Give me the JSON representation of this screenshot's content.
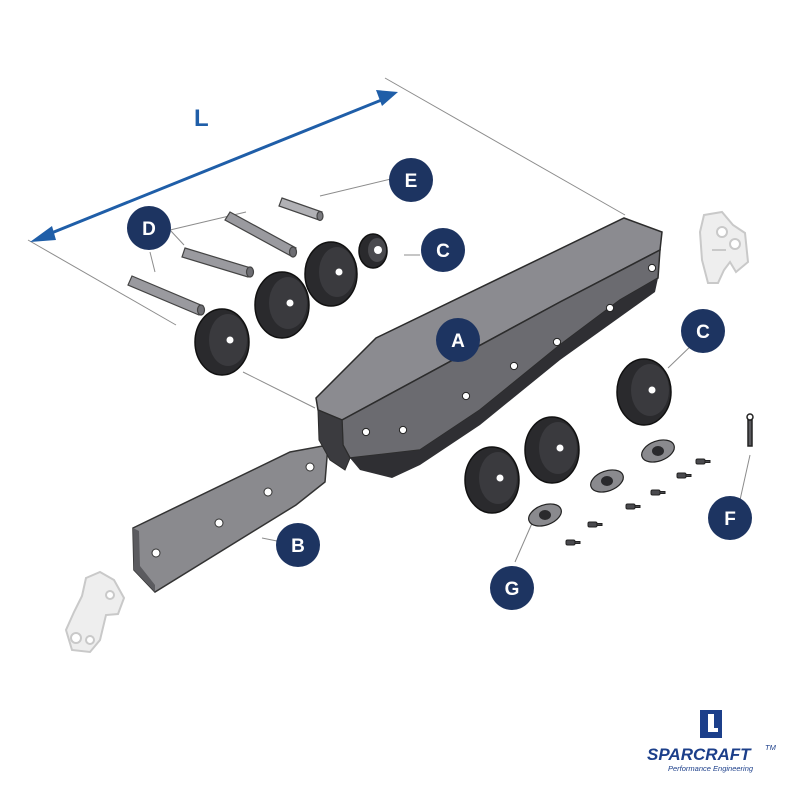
{
  "dimension_label": "L",
  "callouts": {
    "A": "A",
    "B": "B",
    "C_upper": "C",
    "C_right": "C",
    "D": "D",
    "E": "E",
    "F": "F",
    "G": "G"
  },
  "logo": {
    "brand": "SPARCRAFT",
    "trademark": "TM",
    "tagline": "Performance Engineering"
  },
  "colors": {
    "callout_fill": "#1d3461",
    "dimension_arrow": "#1f5ea8",
    "part_dark": "#2b2b2b",
    "plate_gray": "#8a8a8e"
  }
}
